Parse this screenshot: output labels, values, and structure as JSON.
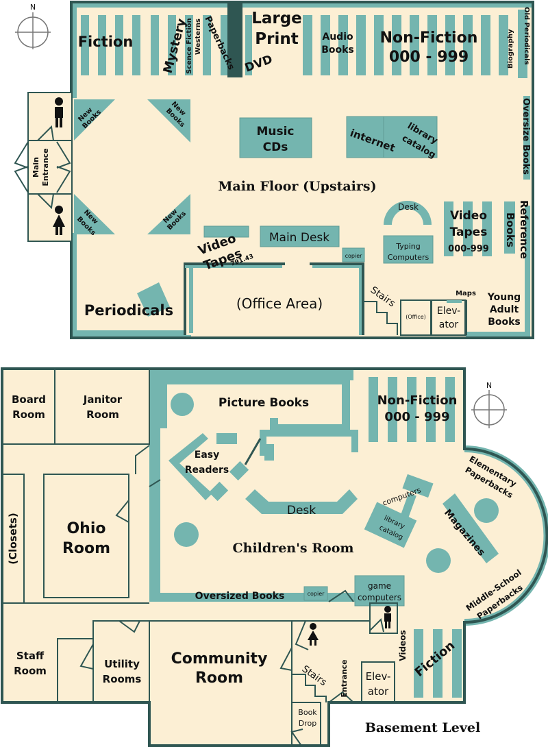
{
  "upstairs": {
    "title": "Main Floor (Upstairs)",
    "fiction": "Fiction",
    "mystery": "Mystery",
    "scifi": "Scence Fiction",
    "westerns": "Westerns",
    "paperbacks": "Paperbacks",
    "large_print_1": "Large",
    "large_print_2": "Print",
    "dvd": "DVD",
    "audio_1": "Audio",
    "audio_2": "Books",
    "nonfiction_1": "Non-Fiction",
    "nonfiction_2": "000 - 999",
    "biography": "Biography",
    "old_periodicals": "Old Periodicals",
    "oversize": "Oversize Books",
    "new_books_1": "New",
    "new_books_2": "Books",
    "main_entrance_1": "Main",
    "main_entrance_2": "Entrance",
    "music_1": "Music",
    "music_2": "CDs",
    "internet": "internet",
    "catalog_1": "library",
    "catalog_2": "catalog",
    "desk": "Desk",
    "video_tapes_1": "Video",
    "video_tapes_2": "Tapes",
    "video_range": "000-999",
    "reference_1": "Reference",
    "reference_2": "Books",
    "typing_1": "Typing",
    "typing_2": "Computers",
    "main_desk": "Main Desk",
    "video_tapes2_1": "Video",
    "video_tapes2_2": "Tapes",
    "video_tapes2_num": "791.43",
    "copier": "copier",
    "office_area": "(Office Area)",
    "periodicals": "Periodicals",
    "stairs": "Stairs",
    "office": "(Office)",
    "elevator_1": "Elev-",
    "elevator_2": "ator",
    "maps": "Maps",
    "young_adult_1": "Young",
    "young_adult_2": "Adult",
    "young_adult_3": "Books",
    "compass": "N"
  },
  "basement": {
    "title": "Basement Level",
    "board_1": "Board",
    "board_2": "Room",
    "janitor_1": "Janitor",
    "janitor_2": "Room",
    "picture_books": "Picture Books",
    "nonfiction_1": "Non-Fiction",
    "nonfiction_2": "000 - 999",
    "elementary_1": "Elementary",
    "elementary_2": "Paperbacks",
    "easy_1": "Easy",
    "easy_2": "Readers",
    "computers": "computers",
    "desk": "Desk",
    "catalog_1": "library",
    "catalog_2": "catalog",
    "closets": "(Closets)",
    "ohio_1": "Ohio",
    "ohio_2": "Room",
    "childrens_room": "Children's Room",
    "magazines": "Magazines",
    "middle_1": "Middle-School",
    "middle_2": "Paperbacks",
    "oversized": "Oversized Books",
    "copier": "copier",
    "game_1": "game",
    "game_2": "computers",
    "videos": "Videos",
    "staff_1": "Staff",
    "staff_2": "Room",
    "utility_1": "Utility",
    "utility_2": "Rooms",
    "community_1": "Community",
    "community_2": "Room",
    "stairs": "Stairs",
    "entrance": "Entrance",
    "elevator_1": "Elev-",
    "elevator_2": "ator",
    "fiction": "Fiction",
    "book_drop_1": "Book",
    "book_drop_2": "Drop",
    "compass": "N"
  },
  "colors": {
    "floor": "#fcefd4",
    "shelf": "#74b5af",
    "wall": "#2f5652"
  }
}
